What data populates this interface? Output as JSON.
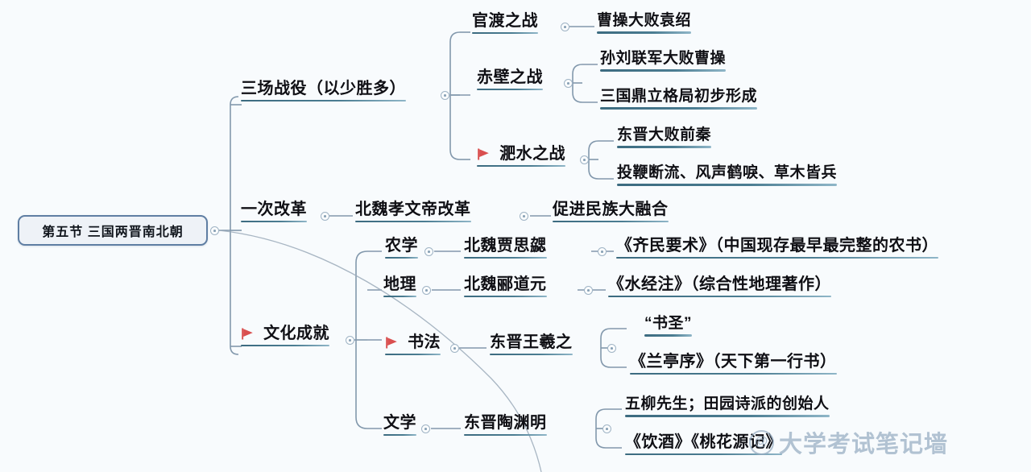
{
  "meta": {
    "background_color": "#f8fbfd",
    "line_color": "#7e94a8",
    "underline_color": "#3c6b80",
    "root_border_color": "#5f7ea3",
    "root_fill_color": "#eef2f7",
    "flag_color": "#d94f4f",
    "text_color": "#0f0f14"
  },
  "root": {
    "label": "第五节 三国两晋南北朝"
  },
  "watermark": {
    "at_symbol": "@",
    "text": "大学考试笔记墙"
  },
  "branches": [
    {
      "label": "三场战役（以少胜多）",
      "flag": false,
      "children": [
        {
          "label": "官渡之战",
          "flag": false,
          "children": [
            {
              "label": "曹操大败袁绍"
            }
          ]
        },
        {
          "label": "赤壁之战",
          "flag": false,
          "children": [
            {
              "label": "孙刘联军大败曹操"
            },
            {
              "label": "三国鼎立格局初步形成"
            }
          ]
        },
        {
          "label": "淝水之战",
          "flag": true,
          "children": [
            {
              "label": "东晋大败前秦"
            },
            {
              "label": "投鞭断流、风声鹤唳、草木皆兵"
            }
          ]
        }
      ]
    },
    {
      "label": "一次改革",
      "flag": false,
      "children": [
        {
          "label": "北魏孝文帝改革",
          "flag": false,
          "children": [
            {
              "label": "促进民族大融合"
            }
          ]
        }
      ]
    },
    {
      "label": "文化成就",
      "flag": true,
      "children": [
        {
          "label": "农学",
          "flag": false,
          "children": [
            {
              "label": "北魏贾思勰"
            },
            {
              "label": "《齐民要术》（中国现存最早最完整的农书）"
            }
          ]
        },
        {
          "label": "地理",
          "flag": false,
          "children": [
            {
              "label": "北魏郦道元"
            },
            {
              "label": "《水经注》（综合性地理著作）"
            }
          ]
        },
        {
          "label": "书法",
          "flag": true,
          "children": [
            {
              "label": "东晋王羲之"
            },
            {
              "label": "“书圣”"
            },
            {
              "label": "《兰亭序》（天下第一行书）"
            }
          ]
        },
        {
          "label": "文学",
          "flag": false,
          "children": [
            {
              "label": "东晋陶渊明"
            },
            {
              "label": "五柳先生；田园诗派的创始人"
            },
            {
              "label": "《饮酒》《桃花源记》"
            }
          ]
        }
      ]
    }
  ]
}
